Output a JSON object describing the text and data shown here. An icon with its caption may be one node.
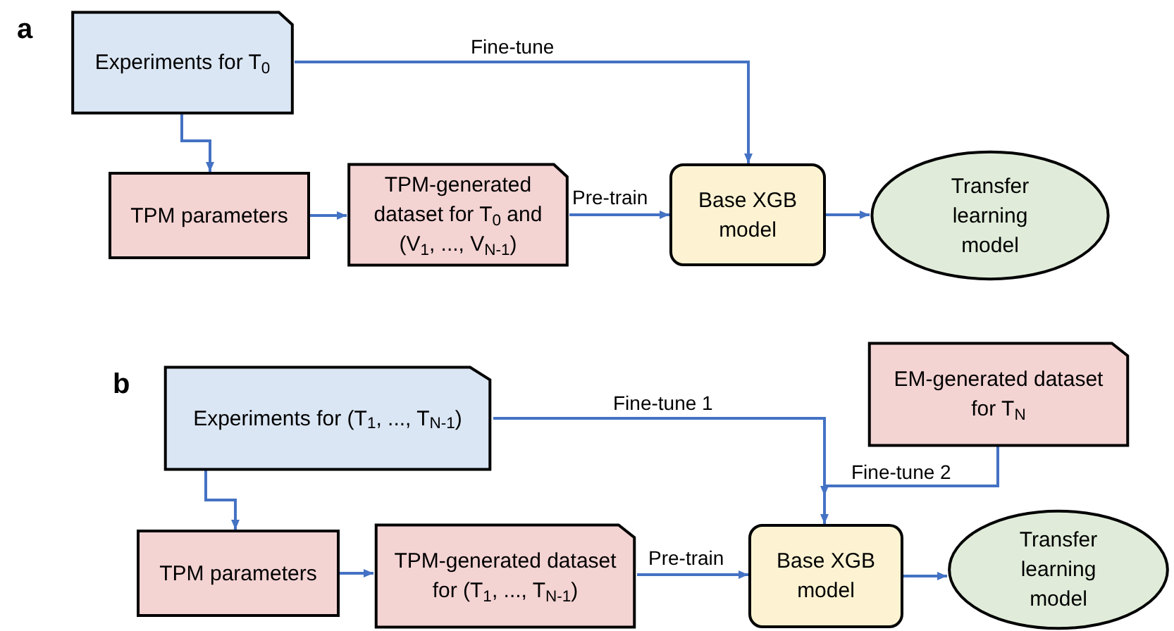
{
  "diagram": {
    "nodes": [
      {
        "text": [
          "Experiments for T$_{0}$"
        ]
      },
      {
        "text": [
          "TPM parameters"
        ]
      },
      {
        "text": [
          "TPM-generated dataset for T$_{0}$ and (V$_{1}$, ..., V$_{N-1}$)"
        ]
      },
      {
        "text": [
          "Base XGB model"
        ]
      },
      {
        "text": [
          "Transfer learning model"
        ]
      },
      {
        "text": [
          "Experiments for (T$_{1}$, ..., T$_{N-1}$)"
        ]
      },
      {
        "text": [
          "TPM parameters"
        ]
      },
      {
        "text": [
          "TPM-generated dataset for (T$_{1}$, ..., T$_{N-1}$)"
        ]
      },
      {
        "text": [
          "Base XGB model"
        ]
      },
      {
        "text": [
          "Transfer learning model"
        ]
      },
      {
        "text": [
          "EM-generated dataset for T$_{N}$"
        ]
      }
    ],
    "edges": [
      {
        "from": 0,
        "to": 1,
        "arrow": "to"
      },
      {
        "from": 1,
        "to": 2,
        "arrow": "to"
      },
      {
        "from": 2,
        "to": 3,
        "arrow": "to",
        "label": "Pre-train"
      },
      {
        "from": 3,
        "to": 4,
        "arrow": "to"
      },
      {
        "from": 0,
        "to": 3,
        "arrow": "to",
        "label": "Fine-tune"
      },
      {
        "from": 5,
        "to": 6,
        "arrow": "to"
      },
      {
        "from": 6,
        "to": 7,
        "arrow": "to"
      },
      {
        "from": 7,
        "to": 8,
        "arrow": "to",
        "label": "Pre-train"
      },
      {
        "from": 8,
        "to": 9,
        "arrow": "to"
      },
      {
        "from": 5,
        "to": 8,
        "arrow": "to",
        "label": "Fine-tune 1"
      },
      {
        "from": 10,
        "to": 8,
        "arrow": "to",
        "label": "Fine-tune 2"
      }
    ],
    "labels": [
      "a",
      "b"
    ]
  }
}
